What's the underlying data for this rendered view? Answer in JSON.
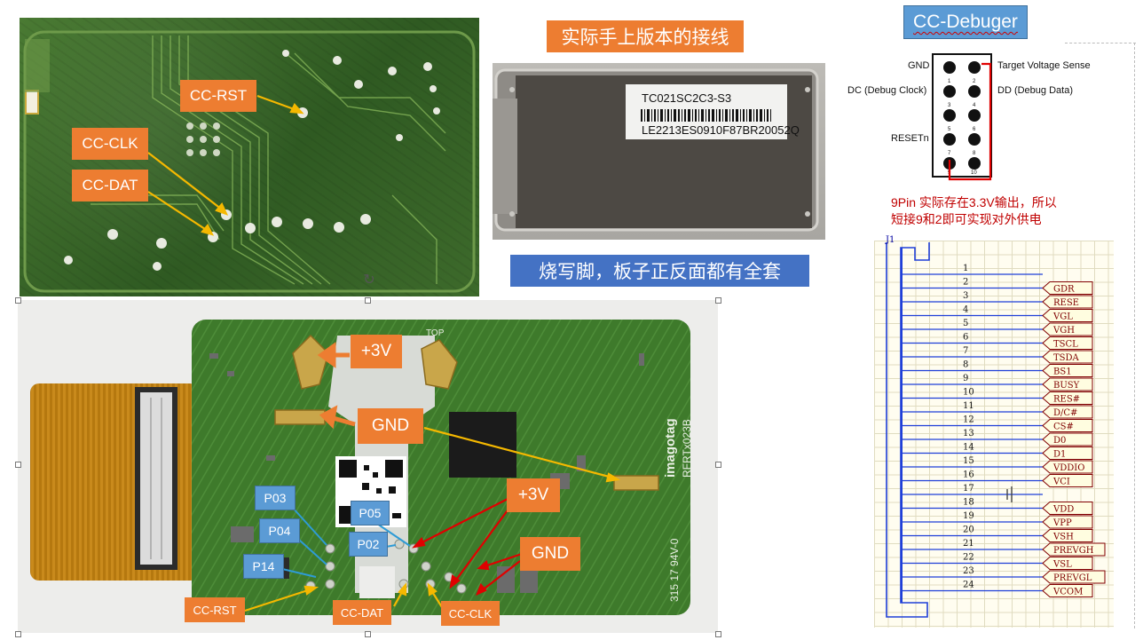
{
  "photo_back": {
    "labels": {
      "rst": "CC-RST",
      "clk": "CC-CLK",
      "dat": "CC-DAT"
    }
  },
  "photo_case": {
    "title": "实际手上版本的接线",
    "sticker_line1": "TC021SC2C3-S3",
    "sticker_line2": "LE2213ES0910F87BR20052Q"
  },
  "note_blue": "烧写脚，板子正反面都有全套",
  "photo_front": {
    "silk_brand": "imagotag",
    "silk_rev": "RFRTx023B",
    "silk_bottom": "315 17 94V-0",
    "silk_top": "TOP",
    "labels": {
      "v3_top": "+3V",
      "gnd_top": "GND",
      "v3_bottom": "+3V",
      "gnd_bottom": "GND",
      "rst": "CC-RST",
      "dat": "CC-DAT",
      "clk": "CC-CLK",
      "p03": "P03",
      "p04": "P04",
      "p14": "P14",
      "p05": "P05",
      "p02": "P02"
    }
  },
  "debugger": {
    "title": "CC-Debuger",
    "left_labels": [
      "GND",
      "DC (Debug Clock)",
      "RESETn"
    ],
    "right_labels": [
      "Target Voltage Sense",
      "DD (Debug Data)"
    ],
    "pin_numbers": [
      "1",
      "2",
      "3",
      "4",
      "5",
      "6",
      "7",
      "8",
      "9",
      "10"
    ],
    "note": [
      "9Pin 实际存在3.3V输出，所以",
      "短接9和2即可实现对外供电"
    ]
  },
  "schematic": {
    "ref": "J1",
    "pins": [
      "1",
      "2",
      "3",
      "4",
      "5",
      "6",
      "7",
      "8",
      "9",
      "10",
      "11",
      "12",
      "13",
      "14",
      "15",
      "16",
      "17",
      "18",
      "19",
      "20",
      "21",
      "22",
      "23",
      "24"
    ],
    "nets": {
      "2": "GDR",
      "3": "RESE",
      "4": "VGL",
      "5": "VGH",
      "6": "TSCL",
      "7": "TSDA",
      "8": "BS1",
      "9": "BUSY",
      "10": "RES#",
      "11": "D/C#",
      "12": "CS#",
      "13": "D0",
      "14": "D1",
      "15": "VDDIO",
      "16": "VCI",
      "18": "VDD",
      "19": "VPP",
      "20": "VSH",
      "21": "PREVGH",
      "22": "VSL",
      "23": "PREVGL",
      "24": "VCOM"
    }
  },
  "colors": {
    "orange": "#ED7D31",
    "blue": "#5B9BD5",
    "red": "#C00000",
    "arrow_yellow": "#F5B800"
  }
}
